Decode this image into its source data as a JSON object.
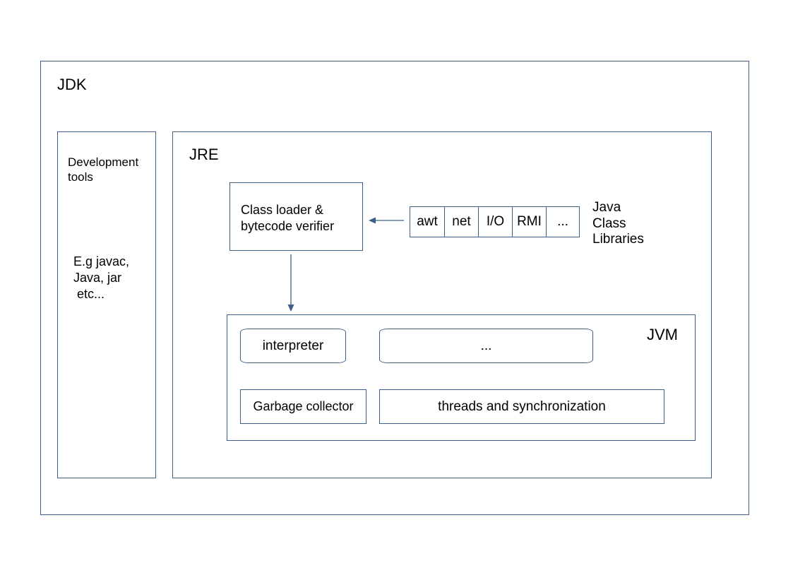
{
  "jdk": {
    "label": "JDK"
  },
  "dev_tools": {
    "title": "Development\ntools",
    "examples": "E.g javac,\nJava, jar\n etc..."
  },
  "jre": {
    "label": "JRE"
  },
  "class_loader": {
    "label": "Class loader &\nbytecode verifier"
  },
  "class_libraries": {
    "items": [
      "awt",
      "net",
      "I/O",
      "RMI",
      "..."
    ],
    "label": "Java\nClass\nLibraries"
  },
  "jvm": {
    "label": "JVM",
    "interpreter": "interpreter",
    "other": "...",
    "garbage_collector": "Garbage collector",
    "threads": "threads and synchronization"
  },
  "colors": {
    "border": "#3d5f86",
    "arrow": "#3d5f86"
  }
}
